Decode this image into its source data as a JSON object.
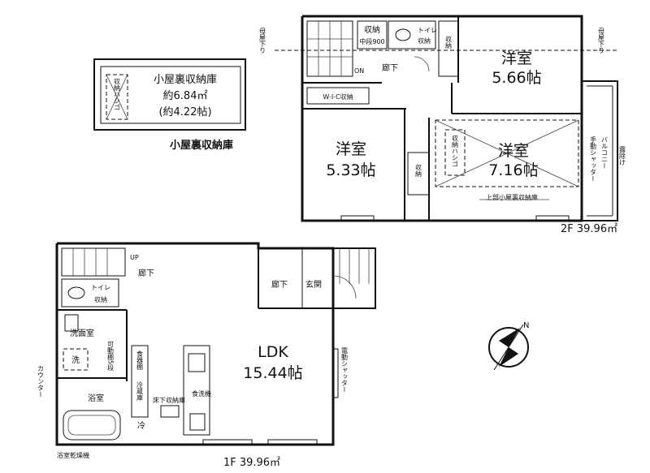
{
  "attic_box": {
    "title": "小屋裏収納庫",
    "area_sqm": "約6.84㎡",
    "area_jo": "(約4.22帖)",
    "hatch_storage": "収納",
    "hatch_ladder": "ハシゴ"
  },
  "attic_caption": "小屋裏収納庫",
  "second_floor": {
    "area_label": "2F 39.96㎡",
    "roof_below_left": "母屋下り",
    "roof_below_right": "母屋下り",
    "storage_top": "収納",
    "storage_top_sub": "中段900",
    "toilet": "トイレ",
    "toilet_storage": "収納",
    "storage_side": "収納",
    "on_label": "ON",
    "hallway": "廊下",
    "room_ne_name": "洋室",
    "room_ne_size": "5.66帖",
    "wic_label": "W-I-C収納",
    "room_w_name": "洋室",
    "room_w_size": "5.33帖",
    "room_e_name": "洋室",
    "room_e_size": "7.16帖",
    "storage_mid": "収納",
    "storage_hatch_storage": "収納",
    "storage_hatch_ladder": "ハシゴ",
    "attic_above": "上部小屋裏収納庫",
    "balcony": "バルコニー",
    "manual_shutter": "手動シャッター",
    "canopy": "霧除け"
  },
  "first_floor": {
    "area_label": "1F 39.96㎡",
    "stairs_up": "UP",
    "hallway_stairs": "廊下",
    "toilet": "トイレ",
    "toilet_storage": "収納",
    "washroom": "洗面室",
    "washer": "洗",
    "movable_shelf": "可動棚5段",
    "counter": "カウンター",
    "bath": "浴室",
    "dryer": "浴室乾燥機",
    "hallway_entry": "廊下",
    "entrance": "玄関",
    "pantry1": "食器棚",
    "pantry2": "冷蔵庫",
    "underfloor": "床下収納庫",
    "dishwasher": "食洗機",
    "fridge": "冷",
    "ldk_name": "LDK",
    "ldk_size": "15.44帖",
    "electric_shutter": "電動シャッター"
  },
  "compass": {
    "label": "N"
  }
}
